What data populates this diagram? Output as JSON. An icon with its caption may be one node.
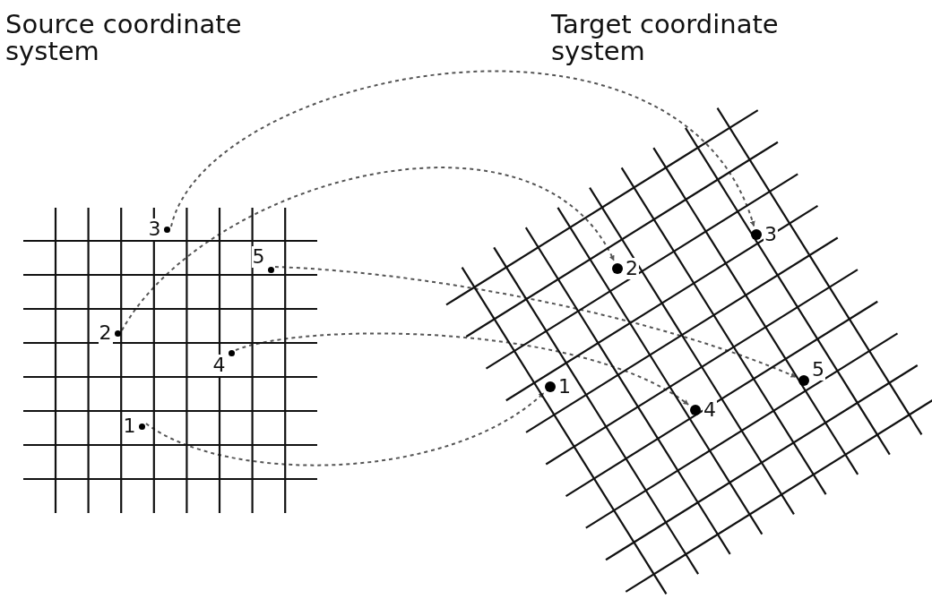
{
  "diagram": {
    "nodes": [
      {
        "text": [
          "Source coordinate system"
        ]
      },
      {
        "text": [
          "3"
        ],
        "in": 0
      },
      {
        "text": [
          "5"
        ],
        "in": 0
      },
      {
        "text": [
          "2"
        ],
        "in": 0
      },
      {
        "text": [
          "4"
        ],
        "in": 0
      },
      {
        "text": [
          "1"
        ],
        "in": 0
      },
      {
        "text": [
          "Target coordinate system"
        ]
      },
      {
        "text": [
          "3"
        ],
        "in": 6
      },
      {
        "text": [
          "2"
        ],
        "in": 6
      },
      {
        "text": [
          "5"
        ],
        "in": 6
      },
      {
        "text": [
          "1"
        ],
        "in": 6
      },
      {
        "text": [
          "4"
        ],
        "in": 6
      }
    ],
    "edges": [
      {
        "from": 1,
        "to": 7,
        "arrow": "to",
        "style": "dashed"
      },
      {
        "from": 3,
        "to": 8,
        "arrow": "to",
        "style": "dashed"
      },
      {
        "from": 2,
        "to": 9,
        "arrow": "to",
        "style": "dashed"
      },
      {
        "from": 4,
        "to": 11,
        "arrow": "to",
        "style": "dashed"
      },
      {
        "from": 5,
        "to": 10,
        "arrow": "to",
        "style": "dashed"
      }
    ]
  }
}
